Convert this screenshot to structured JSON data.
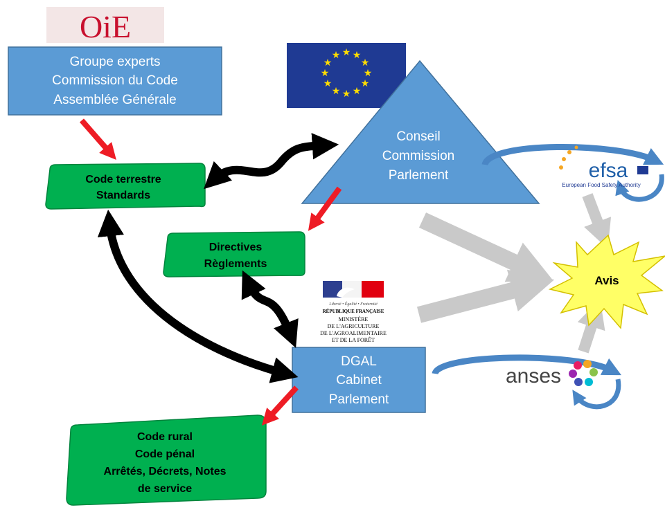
{
  "oie_logo": {
    "text": "OiE"
  },
  "oie_box": {
    "lines": [
      "Groupe experts",
      "Commission du Code",
      "Assemblée Générale"
    ]
  },
  "eu_triangle": {
    "lines": [
      "Conseil",
      "Commission",
      "Parlement"
    ]
  },
  "efsa_logo": {
    "name": "efsa",
    "tagline": "European Food Safety Authority"
  },
  "code_terrestre": {
    "lines": [
      "Code terrestre",
      "Standards"
    ]
  },
  "directives": {
    "lines": [
      "Directives",
      "Règlements"
    ]
  },
  "avis": {
    "label": "Avis"
  },
  "ministere_logo": {
    "motto": "Liberté • Égalité • Fraternité",
    "republique": "RÉPUBLIQUE FRANÇAISE",
    "lines": [
      "MINISTÈRE",
      "DE L'AGRICULTURE",
      "DE L'AGROALIMENTAIRE",
      "ET DE LA FORÊT"
    ]
  },
  "dgal_box": {
    "lines": [
      "DGAL",
      "Cabinet",
      "Parlement"
    ]
  },
  "anses_logo": {
    "name": "anses"
  },
  "code_rural": {
    "lines": [
      "Code rural",
      "Code pénal",
      "Arrêtés, Décrets, Notes",
      "de service"
    ]
  },
  "colors": {
    "blue_box": "#5b9bd5",
    "green_scroll": "#00b050",
    "eu_blue": "#1f3a93",
    "eu_star": "#ffdd00",
    "red_arrow": "#ee1c25",
    "gray_arrow": "#c9c9c9",
    "avis_fill": "#ffff66"
  }
}
